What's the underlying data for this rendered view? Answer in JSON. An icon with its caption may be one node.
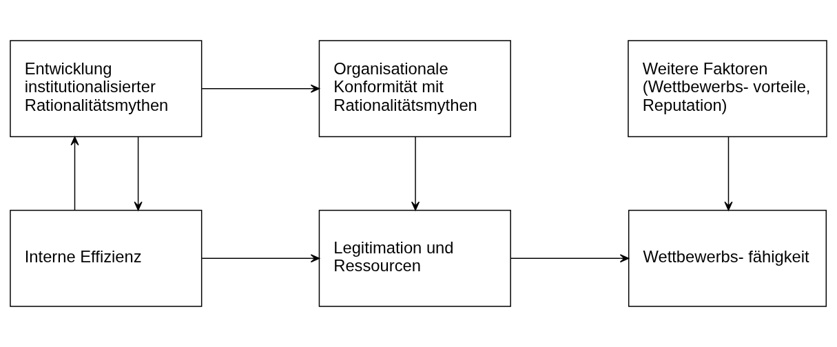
{
  "diagram": {
    "nodes": [
      {
        "text": [
          "Interne Effizienz"
        ]
      },
      {
        "text": [
          "Legitimation und Ressourcen"
        ]
      },
      {
        "text": [
          "Wettbewerbs- fähigkeit"
        ]
      },
      {
        "text": [
          "Entwicklung institutionalisierter Rationalitätsmythen"
        ]
      },
      {
        "text": [
          "Organisationale Konformität mit Rationalitätsmythen"
        ]
      },
      {
        "text": [
          "Weitere Faktoren (Wettbewerbs- vorteile, Reputation)"
        ]
      }
    ],
    "edges": [
      {
        "from": 0,
        "to": 1,
        "arrow": "to"
      },
      {
        "from": 1,
        "to": 2,
        "arrow": "to"
      },
      {
        "from": 0,
        "to": 3,
        "arrow": "to"
      },
      {
        "from": 3,
        "to": 0,
        "arrow": "to"
      },
      {
        "from": 3,
        "to": 4,
        "arrow": "to"
      },
      {
        "from": 4,
        "to": 1,
        "arrow": "to"
      },
      {
        "from": 5,
        "to": 2,
        "arrow": "to"
      }
    ]
  }
}
